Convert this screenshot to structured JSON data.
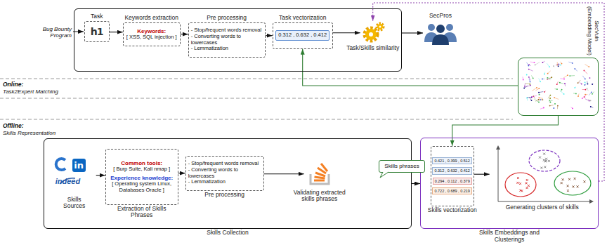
{
  "diagram": {
    "nodes": [
      {
        "text": []
      },
      {
        "text": [
          "Task",
          "h1"
        ],
        "in": 0
      },
      {
        "text": [
          "Keywords extraction",
          "Keywords:",
          "[ XSS, SQL injection ]"
        ],
        "in": 0
      },
      {
        "text": [
          "Pre processing",
          "- Stop/frequent words removal",
          "- Converting words to lowercases",
          "- Lemmatization"
        ],
        "in": 0
      },
      {
        "text": [
          "Task vectorization",
          "0.312 , 0.632 , 0.412"
        ],
        "in": 0
      },
      {
        "text": [
          "Task/Skills similarity"
        ],
        "in": 0
      },
      {
        "text": [
          "SecPros"
        ]
      },
      {
        "text": [
          "SecVuln (Embedding Model)"
        ]
      },
      {
        "text": [
          "Skills Collection"
        ]
      },
      {
        "text": [
          "Skills Sources",
          "in",
          "indeed"
        ],
        "in": 8
      },
      {
        "text": [
          "Extraction of Skills Phrases",
          "Common tools:",
          "[ Burp Suite, Kali nmap ]",
          "Experience knowledge:",
          "[ Operating system Linux, Databases Oracle ]"
        ],
        "in": 8
      },
      {
        "text": [
          "- Stop/frequent words removal",
          "- Converting words to lowercases",
          "- Lemmatization",
          "Pre processing"
        ],
        "in": 8
      },
      {
        "text": [
          "Validating extracted skills phrases"
        ],
        "in": 8
      },
      {
        "text": [
          "Skills phrases"
        ]
      },
      {
        "text": [
          "Skills Embeddings and Clusterings"
        ]
      },
      {
        "text": [
          "Skills vectorization",
          "0.421 , 0.399 , 0.512",
          "0.312 , 0.632 , 0.412",
          "0.294 , 0.112 , 0.379",
          "0.722 , 0.689 , 0.219"
        ],
        "in": 14
      },
      {
        "text": [
          "Generating clusters of skills"
        ],
        "in": 14
      }
    ],
    "edges": [
      {
        "from": 1,
        "to": 2,
        "arrow": "to"
      },
      {
        "from": 2,
        "to": 3,
        "arrow": "to"
      },
      {
        "from": 3,
        "to": 4,
        "arrow": "to"
      },
      {
        "from": 4,
        "to": 5,
        "arrow": "to"
      },
      {
        "from": 0,
        "to": 6,
        "arrow": "to"
      },
      {
        "from": 7,
        "to": 4,
        "arrow": "to"
      },
      {
        "from": 7,
        "to": 15,
        "arrow": "to"
      },
      {
        "from": 9,
        "to": 10,
        "arrow": "to"
      },
      {
        "from": 10,
        "to": 11,
        "arrow": "to"
      },
      {
        "from": 11,
        "to": 12,
        "arrow": "to"
      },
      {
        "from": 8,
        "to": 14,
        "arrow": "to"
      },
      {
        "from": 15,
        "to": 16,
        "arrow": "to"
      },
      {
        "from": 14,
        "to": 5,
        "arrow": "to"
      }
    ],
    "labels": [
      "Bug Bounty Program",
      "Online:",
      "Task2Expert Matching",
      "Offline:",
      "Skills Representation"
    ]
  }
}
